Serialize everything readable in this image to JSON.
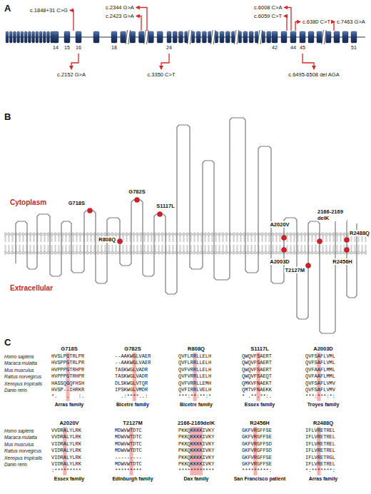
{
  "diagram": {
    "labels": [
      "A",
      "c.1848+31 C>G",
      "c.2344 G>A",
      "c.2423 G>A",
      "c.6008 C>A",
      "c.6059 C>T",
      "c.6380 C>T",
      "c.7463 G>A",
      "14",
      "15",
      "16",
      "18",
      "24",
      "42",
      "44",
      "45",
      "51",
      "c.2152 G>A",
      "c.3350 C>T",
      "c.6495-6508 del AGA",
      "B",
      "Cytoplasm",
      "Extracellular",
      "G718S",
      "G782S",
      "R808Q",
      "S1117L",
      "A2020V",
      "A2003D",
      "2166-2169 delK",
      "T2127M",
      "R2488Q",
      "R2456H",
      "C",
      "Homo sapiens",
      "Macaca mulatta",
      "Mus musculus",
      "Rattus norvegicus",
      "Xenopus tropicalis",
      "Danio rerio",
      "G718S",
      "HVSLPGTRLPR",
      "HVSPPGTRLPR",
      "HVPPPGTRHPR",
      "HVPPPGTRHPR",
      "HASSQGQFHSH",
      "HVSP--IHRKR",
      "*.   .   :.",
      "Arras family",
      "G782S",
      "--AAKWGLVAER",
      "--AAKWGLVAER",
      "TASKWGLVADR",
      "TASKWGLVADR",
      "DLSKWGLVTQR",
      "IPSKWGLVMDR",
      "  .:****..:",
      "Bicetre family",
      "R808Q",
      "QVFLRRLLELH",
      "QVFLRRLLELH",
      "QVFVRRLLELH",
      "QVFVRRLLELH",
      "QVFVRRLLEMH",
      "QVFIRRLVELH",
      "***:**:**:*",
      "Bicetre family",
      "S1117L",
      "QWQVFSAERT",
      "QWQVFSAERT",
      "QWQVFSAERT",
      "QWQVFSAEQT",
      "QMKVFNAEKT",
      "QMTVFNAEKK",
      "* .**.**:.",
      "Essex family",
      "A2003D",
      "QVFSAFLVML",
      "QVFSAFLVML",
      "QVFAAFLMML",
      "QVFAAFLMML",
      "QVFSAFLVMV",
      "QVFSAFLVMV",
      "***:***:*:",
      "Troyes family",
      "Homo sapiens",
      "Macaca mulatta",
      "Mus musculus",
      "Rattus norvegicus",
      "Xenopus tropicalis",
      "Danio rerio",
      "A2020V",
      "VVDRALYLRK",
      "VVDRALYLRK",
      "VIDRALYLRK",
      "VIDRALYLRK",
      "VIDRALYLRK",
      "VIDRALYLRK",
      ":*********",
      "Essex family",
      "T2127M",
      "MDWVWTDTC",
      "MDWVWTDTC",
      "MDWVWTDTC",
      "MDWVWTDTC",
      "---------",
      "MDWVWTDTC",
      "*********",
      "Edinburgh family",
      "2166-2169delK",
      "PKKQKKKKIVKY",
      "PKKQKKKKIVKY",
      "PKKQKKKKIVKY",
      "PKKQKKKKIVKY",
      "PKKQKKKKIVKY",
      "PKKQKKKKIVKY",
      "************",
      "Dax family",
      "R2456H",
      "GKFVRGFFSE",
      "GKFVRGFFSE",
      "GKFVRGFFSD",
      "GKFVRGFFSD",
      "GKFVRGFFSE",
      "GKFVRGFFSE",
      "*********:",
      "San Francisco patient",
      "R2488Q",
      "IFLVRETREL",
      "IFLVRETREL",
      "IFLVRETREL",
      "IFLVRETREL",
      "IFLVRETRGL",
      "IFLVRETREL",
      "*:*******:",
      "Arras family"
    ]
  }
}
